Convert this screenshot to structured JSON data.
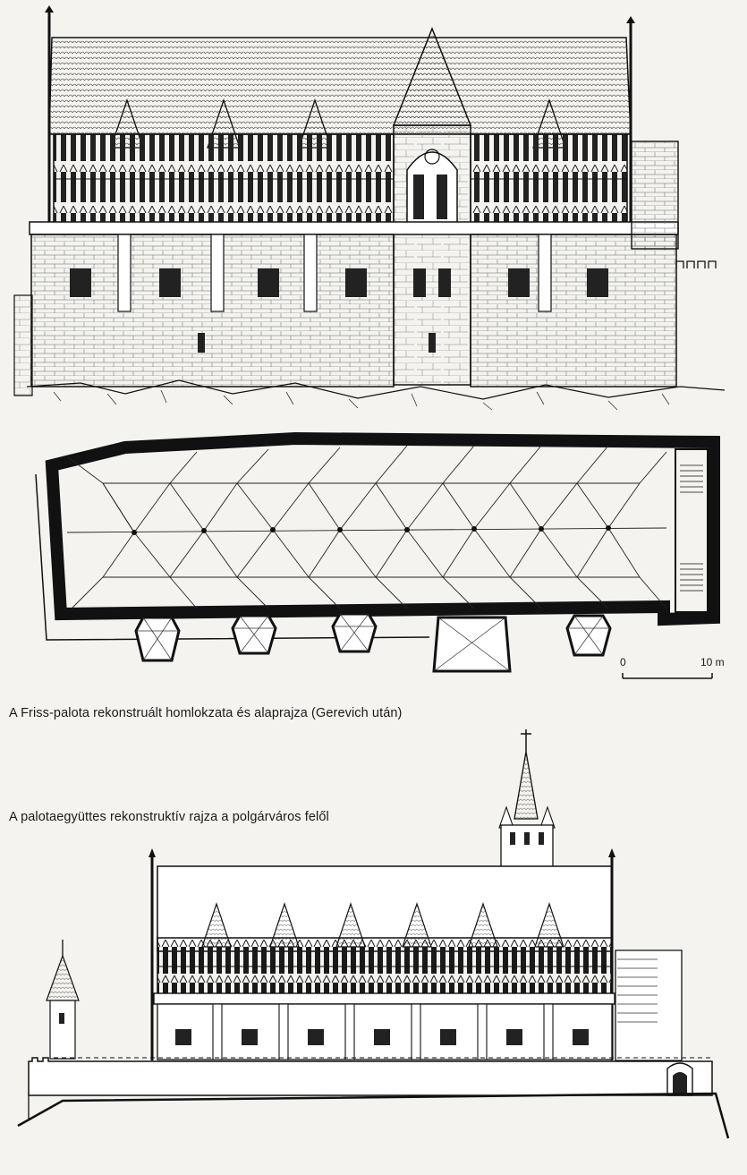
{
  "captions": {
    "first": "A Friss-palota rekonstruált homlokzata és alaprajza (Gerevich után)",
    "second": "A palotaegyüttes rekonstruktív rajza a polgárváros felől"
  },
  "scale_bar": {
    "start_label": "0",
    "end_label": "10 m"
  },
  "colors": {
    "paper": "#f4f3ef",
    "ink": "#1a1a1a"
  }
}
